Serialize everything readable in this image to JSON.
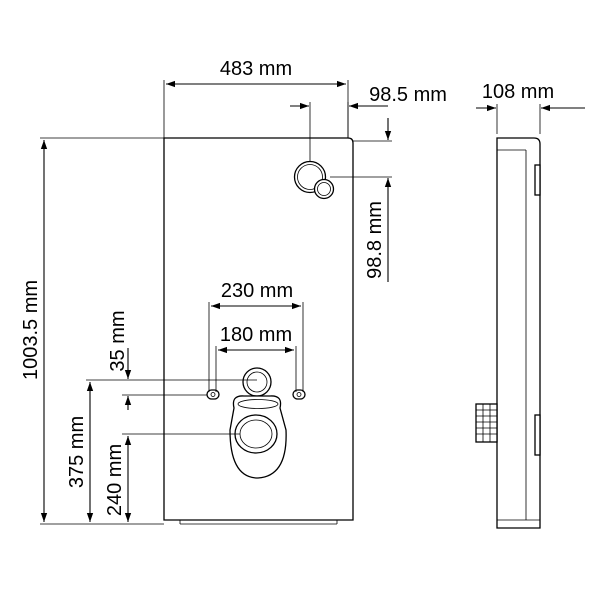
{
  "dimensions": {
    "width": "483 mm",
    "depth": "108 mm",
    "button_from_side": "98.5 mm",
    "button_from_top": "98.8 mm",
    "height": "1003.5 mm",
    "bolt_spacing_outer": "230 mm",
    "bolt_spacing_inner": "180 mm",
    "bolt_offset": "35 mm",
    "bolt_height": "375 mm",
    "outlet_height": "240 mm"
  }
}
